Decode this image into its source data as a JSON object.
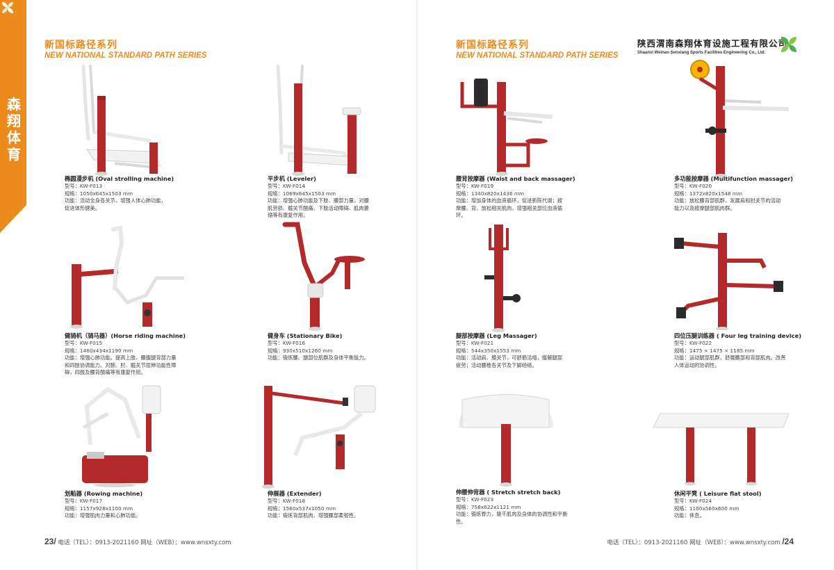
{
  "side": {
    "brand": "森翔体育",
    "accent": "#ec8a1c",
    "logo_color": "#4caf50"
  },
  "series": {
    "title_cn": "新国标路径系列",
    "title_en": "NEW NATIONAL STANDARD PATH SERIES"
  },
  "company": {
    "name_cn": "陕西渭南森翔体育设施工程有限公司",
    "name_en": "Shaanxi Weinan Senxiang Sports Facilities Engineering Co., Ltd."
  },
  "footer": {
    "left_page": "23/",
    "right_page": "/24",
    "contact": "电话（TEL）：0913-2021160  网址（WEB）：www.wnsxty.com"
  },
  "products": [
    {
      "name": "椭圆漫步机 (Oval strolling machine)",
      "model": "型号：KW-F013",
      "spec": "规格：1050x645x1503 mm",
      "func": "功能：活动全身各关节，增强人体心肺功能，促进体形健美。"
    },
    {
      "name": "平步机 (Leveler)",
      "model": "型号：KW-F014",
      "spec": "规格：1069x645x1503 mm",
      "func": "功能：增强心肺功能及下肢、腰部力量。对腰肌劳损、髋关节酸痛、下肢活动障碍、肌肉萎缩等有康复作用。"
    },
    {
      "name": "健骑机（骑马器）(Horse riding machine)",
      "model": "型号：KW-F015",
      "spec": "规格：1460x434x1190 mm",
      "func": "功能：增强心肺功能。提高上肢、腰腹腿背部力量和四肢协调能力。对腕、肘、髋关节屈伸功能性障碍，四肢及腰背酸痛等有康复作用。"
    },
    {
      "name": "健身车 (Stationary Bike)",
      "model": "型号：KW-F016",
      "spec": "规格：930x510x1260 mm",
      "func": "功能：锻炼腰、腿部位肌群及身体平衡能力。"
    },
    {
      "name": "划船器 (Rowing machine)",
      "model": "型号：KW-F017",
      "spec": "规格：1157x928x1100 mm",
      "func": "功能：增强肌肉力量和心肺功能。"
    },
    {
      "name": "伸展器 (Extender)",
      "model": "型号：KW-F018",
      "spec": "规格：1560x537x1050 mm",
      "func": "功能：锻炼背部肌肉、增强腰部柔韧性。"
    },
    {
      "name": "腰背按摩器 (Waist and back massager)",
      "model": "型号：KW-F019",
      "spec": "规格：1340x820x1436 mm",
      "func": "功能：增加身体的血液循环，促进新陈代谢；按摩腰、背，放松相关肌肉，增强相关部位血液循环。"
    },
    {
      "name": "多功能按摩器 (Multifunction massager)",
      "model": "型号：KW-F020",
      "spec": "规格：1372x820x1548 mm",
      "func": "功能：放松腰背部肌群，发展肩和肘关节的活动能力以及按摩腿部肌肉群。"
    },
    {
      "name": "腿部按摩器 (Leg Massager)",
      "model": "型号：KW-F021",
      "spec": "规格：544x350x1553 mm",
      "func": "功能：活动肩、膝关节，可舒筋活络，缓解腿部疲劳；活动腰椎各关节及下脚经络。"
    },
    {
      "name": "四位压腿训练器 ( Four leg training device)",
      "model": "型号：KW-F022",
      "spec": "规格：1475 × 1475 × 1185 mm",
      "func": "功能：运动腿部肌群，舒展腰部和背部肌肉。改善人体运动的协调性。"
    },
    {
      "name": "伸腰伸背器 ( Stretch stretch back)",
      "model": "型号：KW-F023",
      "spec": "规格：758x622x1121 mm",
      "func": "功能：锻炼脊力，躯干肌肉及身体的协调性和平衡性。"
    },
    {
      "name": "休闲平凳 ( Leisure flat stool)",
      "model": "型号：KW-F024",
      "spec": "规格：1100x560x600 mm",
      "func": "功能：休息。"
    }
  ]
}
